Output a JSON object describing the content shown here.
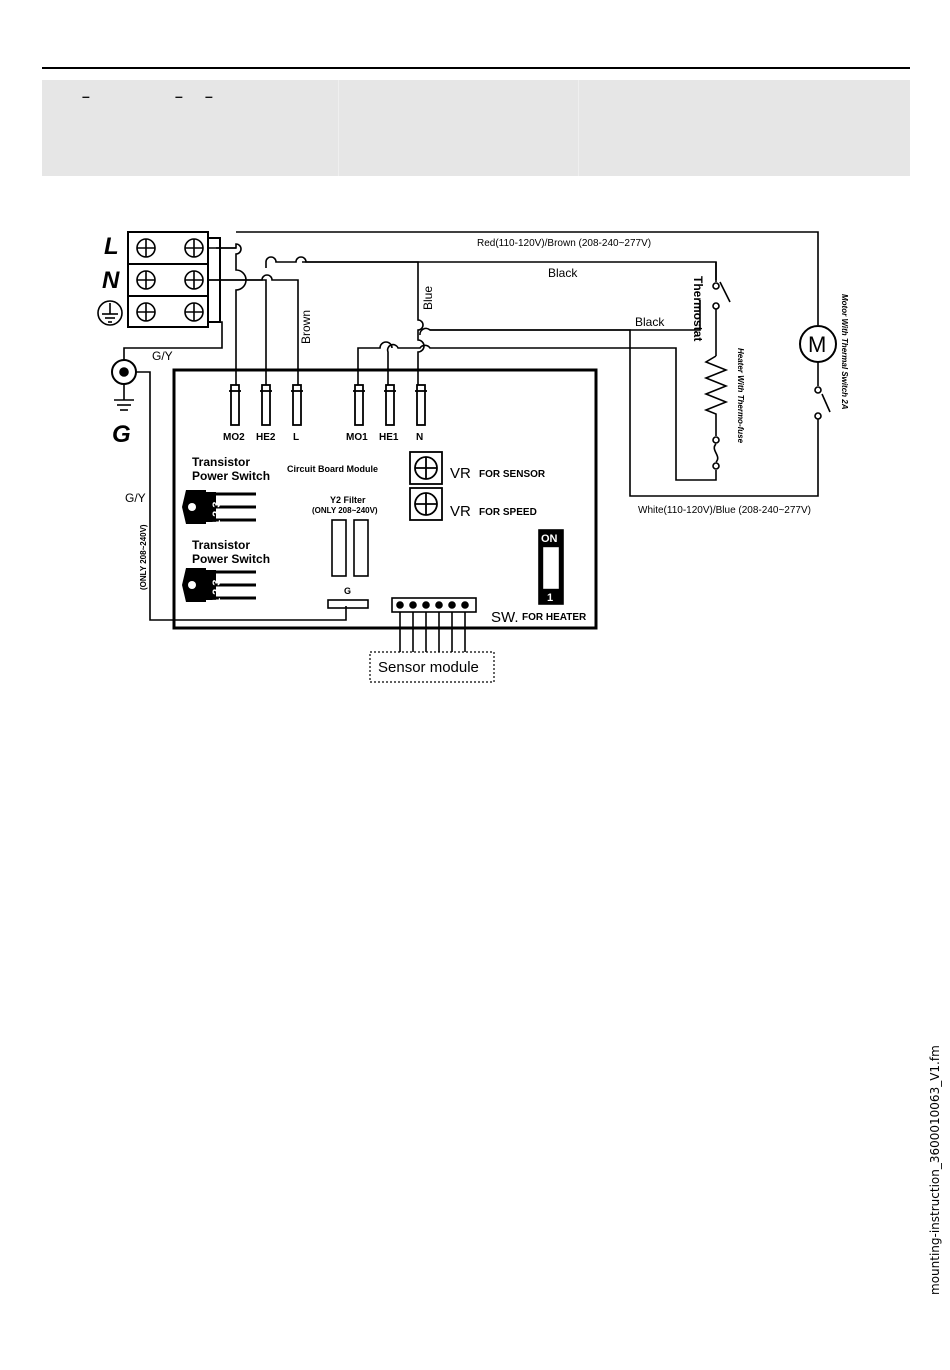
{
  "header": {
    "dashes": [
      "–",
      "–",
      "–"
    ]
  },
  "terminal_block": {
    "labels": [
      "L",
      "N"
    ],
    "ground_symbol": "ground-icon"
  },
  "ground_terminal": {
    "label": "G",
    "wire_label": "G/Y"
  },
  "wires": {
    "top_label": "Red(110-120V)/Brown (208-240~277V)",
    "black_1": "Black",
    "black_2": "Black",
    "brown": "Brown",
    "blue": "Blue",
    "gy_left": "G/Y",
    "only_208": "(ONLY 208~240V)",
    "bottom_label": "White(110-120V)/Blue (208-240~277V)"
  },
  "board": {
    "connectors": [
      "MO2",
      "HE2",
      "L",
      "MO1",
      "HE1",
      "N"
    ],
    "transistor_label_line1": "Transistor",
    "transistor_label_line2": "Power Switch",
    "transistor_pins": "1 2 3",
    "circuit_board_module": "Circuit Board Module",
    "vr": "VR",
    "vr_sensor": "FOR SENSOR",
    "vr_speed": "FOR SPEED",
    "y2_filter_line1": "Y2 Filter",
    "y2_filter_line2": "(ONLY 208~240V)",
    "g_label": "G",
    "switch_on": "ON",
    "switch_num": "1",
    "sw": "SW.",
    "sw_heater": "FOR HEATER"
  },
  "components": {
    "thermostat": "Thermostat",
    "heater": "Heater With Thermo-fuse",
    "motor_symbol": "M",
    "motor": "Motor With Thermal Switch 2A"
  },
  "sensor_module": "Sensor module",
  "footer": {
    "filename": "mounting-instruction_3600010063_V1.fm"
  }
}
